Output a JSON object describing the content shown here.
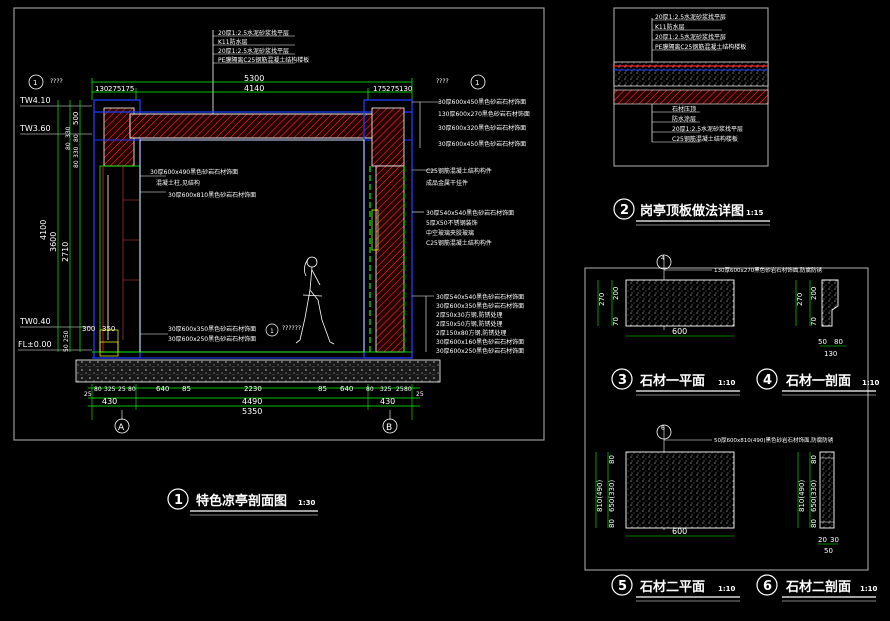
{
  "colors": {
    "background": "#000000",
    "line_white": "#ffffff",
    "line_green": "#00ff00",
    "line_blue": "#1e3cff",
    "line_red": "#ff2020",
    "frame_gray": "#b4b4b4",
    "text_yellow": "#ffff00"
  },
  "drawing1": {
    "title_no": "1",
    "title": "特色凉亭剖面图",
    "scale": "1:30",
    "top_callouts": [
      "20厚1:2.5水泥砂浆找平层",
      "K11防水层",
      "20厚1:2.5水泥砂浆找平层",
      "PE膜隔离C25钢筋混凝土结构楼板"
    ],
    "dims_top": {
      "total": "5300",
      "inner": "4140",
      "left_parts": [
        "130",
        "275",
        "175"
      ],
      "right_parts": [
        "175",
        "275",
        "130"
      ]
    },
    "levels": [
      "TW4.10",
      "TW3.60",
      "TW0.40",
      "FL±0.00"
    ],
    "dims_left": [
      "500",
      "80",
      "330",
      "80",
      "330",
      "80",
      "4100",
      "3600",
      "2710",
      "250",
      "50"
    ],
    "right_callouts": [
      "30厚600x450黑色砂岩石材饰面",
      "130厚600x270黑色砂岩石材饰面",
      "30厚600x320黑色砂岩石材饰面",
      "30厚600x450黑色砂岩石材饰面",
      "C25钢筋混凝土结构构件",
      "成品金属干挂件",
      "30厚540x540黑色砂岩石材饰面",
      "5厚X50不锈钢装饰",
      "中空玻璃夹胶玻璃",
      "C25钢筋混凝土结构构件"
    ],
    "right_callouts_low": [
      "30厚540x540黑色砂岩石材饰面",
      "30厚600x350黑色砂岩石材饰面",
      "2厚50x30方钢,防锈处理",
      "2厚50x50方钢,防锈处理",
      "2厚150x80方钢,防锈处理",
      "30厚600x160黑色砂岩石材饰面",
      "30厚600x250黑色砂岩石材饰面"
    ],
    "left_callouts": [
      "30厚600x490黑色砂岩石材饰面",
      "混凝土柱,见结构",
      "30厚600x810黑色砂岩石材饰面"
    ],
    "left_callouts_low": [
      "30厚600x350黑色砂岩石材饰面",
      "30厚600x250黑色砂岩石材饰面"
    ],
    "foot_dims": {
      "small": [
        "300",
        "350"
      ],
      "center_label": "??????"
    },
    "dims_bottom1": [
      "25",
      "80",
      "325",
      "25",
      "80",
      "640",
      "85",
      "2230",
      "85",
      "640",
      "80",
      "325",
      "25",
      "80",
      "25"
    ],
    "dims_bottom2": [
      "430",
      "4490",
      "430"
    ],
    "dims_bottom_total": "5350",
    "axes": [
      "A",
      "B"
    ],
    "callout_bubble": {
      "num": "1",
      "sub": "—",
      "label": "????"
    }
  },
  "drawing2": {
    "title_no": "2",
    "title": "岗亭顶板做法详图",
    "scale": "1:15",
    "callouts_top": [
      "20厚1:2.5水泥砂浆找平层",
      "K11防水层",
      "20厚1:2.5水泥砂浆找平层",
      "PE膜隔离C25钢筋混凝土结构楼板"
    ],
    "callouts_bottom": [
      "石材压顶",
      "防水涂层",
      "20厚1:2.5水泥砂浆找平层",
      "C25钢筋混凝土结构楼板"
    ]
  },
  "drawing3": {
    "title_no": "3",
    "title": "石材一平面",
    "scale": "1:10",
    "marker": "4",
    "callout": "130厚600x270黑色砂岩石材饰面,防腐防锈",
    "width": "600",
    "heights": [
      "270",
      "200",
      "70"
    ]
  },
  "drawing4": {
    "title_no": "4",
    "title": "石材一剖面",
    "scale": "1:10",
    "heights": [
      "270",
      "200",
      "70"
    ],
    "widths": [
      "50",
      "80",
      "130"
    ]
  },
  "drawing5": {
    "title_no": "5",
    "title": "石材二平面",
    "scale": "1:10",
    "marker": "6",
    "callout": "50厚600x810(490)黑色砂岩石材饰面,防腐防锈",
    "width": "600",
    "heights": [
      "810(490)",
      "650(330)",
      "80",
      "80"
    ]
  },
  "drawing6": {
    "title_no": "6",
    "title": "石材二剖面",
    "scale": "1:10",
    "heights": [
      "810(490)",
      "650(330)",
      "80",
      "80"
    ],
    "widths": [
      "20",
      "30",
      "50"
    ]
  }
}
